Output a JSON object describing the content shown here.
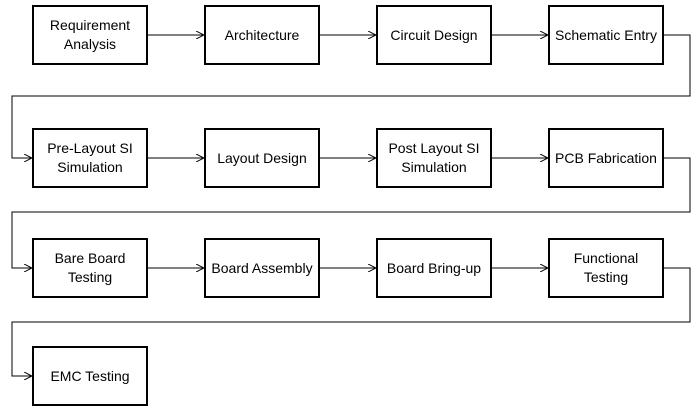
{
  "diagram": {
    "line_color": "#000000",
    "steps": [
      "Requirement\nAnalysis",
      "Architecture",
      "Circuit Design",
      "Schematic Entry",
      "Pre-Layout SI\nSimulation",
      "Layout Design",
      "Post Layout SI\nSimulation",
      "PCB Fabrication",
      "Bare Board\nTesting",
      "Board Assembly",
      "Board Bring-up",
      "Functional\nTesting",
      "EMC Testing"
    ]
  }
}
